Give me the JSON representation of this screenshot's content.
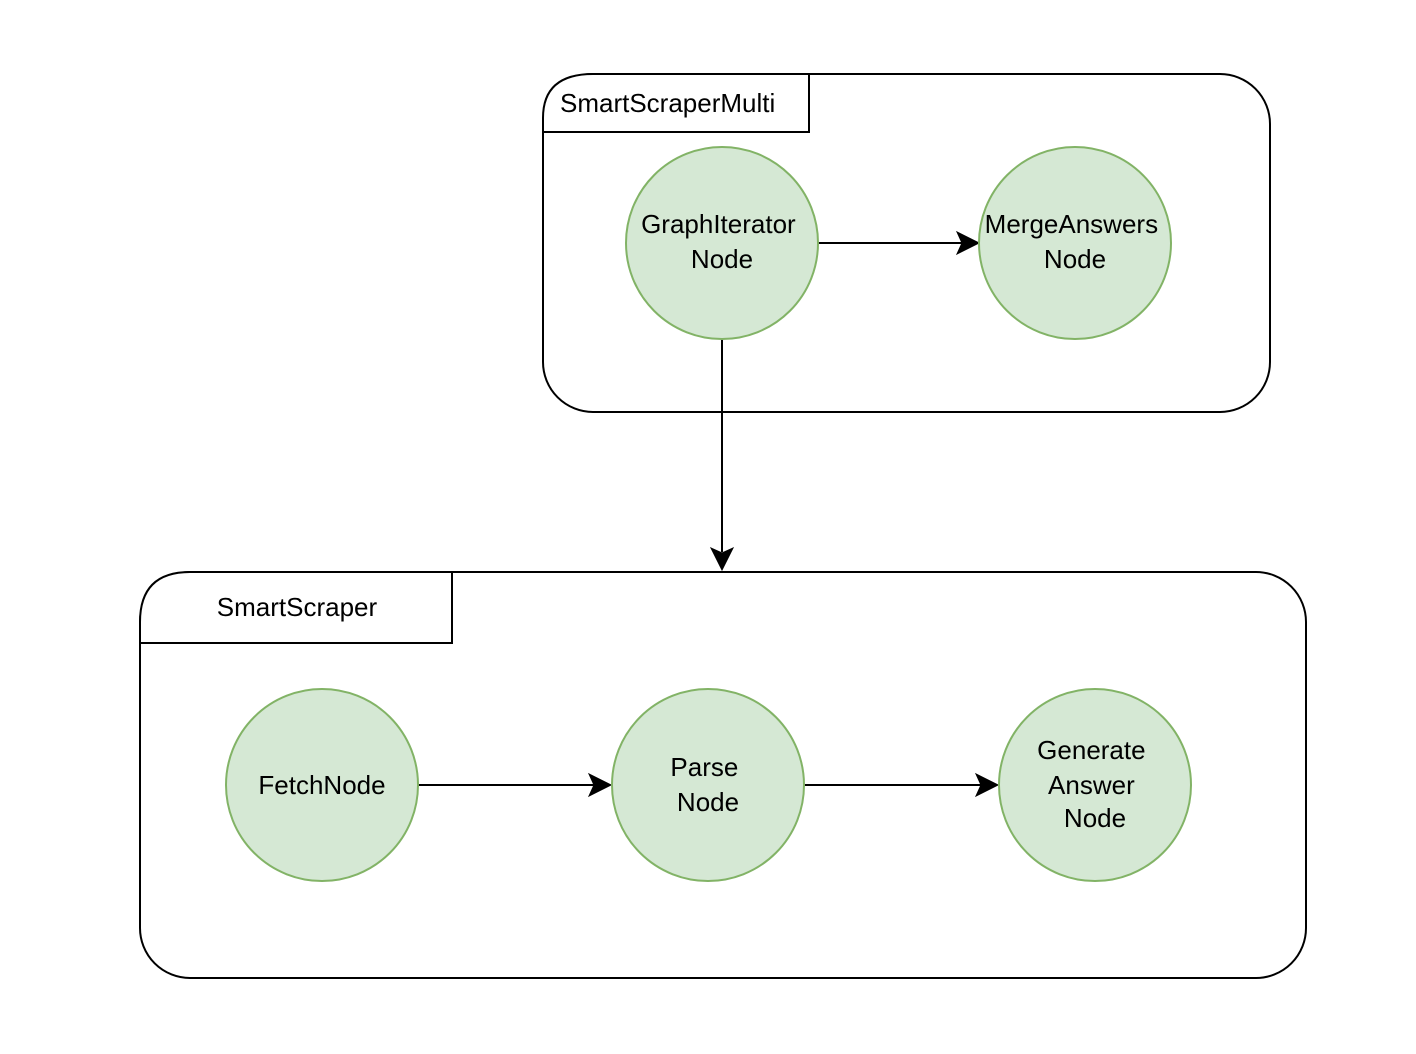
{
  "groups": {
    "multi": {
      "label": "SmartScraperMulti"
    },
    "scraper": {
      "label": "SmartScraper"
    }
  },
  "nodes": {
    "graph_iterator": {
      "lines": [
        "GraphIterator",
        "Node"
      ]
    },
    "merge_answers": {
      "lines": [
        "MergeAnswers",
        "Node"
      ]
    },
    "fetch": {
      "lines": [
        "FetchNode"
      ]
    },
    "parse": {
      "lines": [
        "Parse",
        "Node"
      ]
    },
    "generate_answer": {
      "lines": [
        "Generate",
        "Answer",
        "Node"
      ]
    }
  },
  "edges": [
    {
      "from": "graph_iterator",
      "to": "merge_answers"
    },
    {
      "from": "graph_iterator",
      "to": "scraper"
    },
    {
      "from": "fetch",
      "to": "parse"
    },
    {
      "from": "parse",
      "to": "generate_answer"
    }
  ],
  "colors": {
    "node_fill": "#d5e8d4",
    "node_stroke": "#82b366",
    "line": "#000000"
  }
}
